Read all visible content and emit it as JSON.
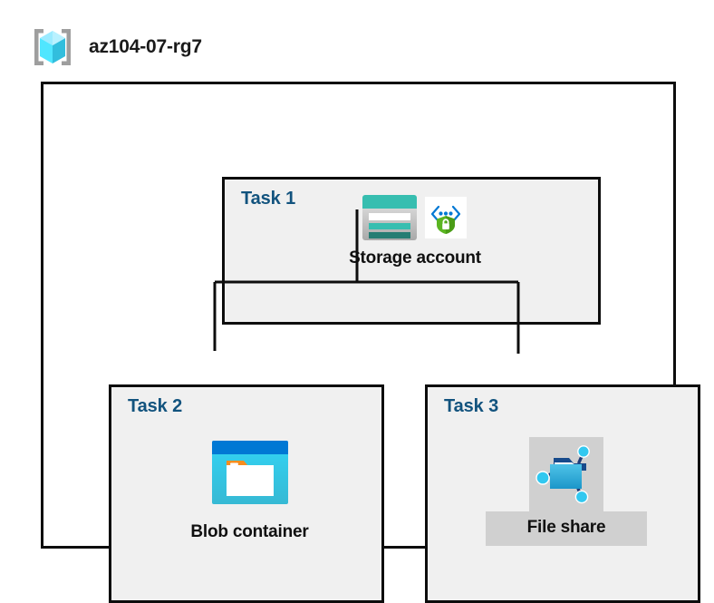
{
  "header": {
    "icon": "resource-group-icon",
    "title": "az104-07-rg7"
  },
  "container": {
    "name": "resource-group-container"
  },
  "tasks": [
    {
      "label": "Task 1",
      "node": {
        "caption": "Storage account",
        "icons": [
          "storage-account-icon",
          "encryption-shield-icon"
        ],
        "selected": false
      }
    },
    {
      "label": "Task 2",
      "node": {
        "caption": "Blob container",
        "icons": [
          "blob-container-icon"
        ],
        "selected": false
      }
    },
    {
      "label": "Task 3",
      "node": {
        "caption": "File share",
        "icons": [
          "file-share-icon"
        ],
        "selected": true
      }
    }
  ],
  "connectors": {
    "description": "Storage account connects down to Blob container and File share"
  },
  "colors": {
    "task_label": "#12537e",
    "box_fill": "#f0f0f0",
    "box_border": "#0d0d0d",
    "selection_highlight": "#d0d0d0",
    "storage_teal": "#37beb0",
    "storage_teal_dark": "#257d73",
    "blob_blue": "#0078d4",
    "blob_cyan": "#32bedd",
    "folder_orange": "#f78d1e",
    "shield_green": "#5bb522",
    "cube_cyan": "#50e6ff",
    "bracket_gray": "#a0a0a0"
  }
}
